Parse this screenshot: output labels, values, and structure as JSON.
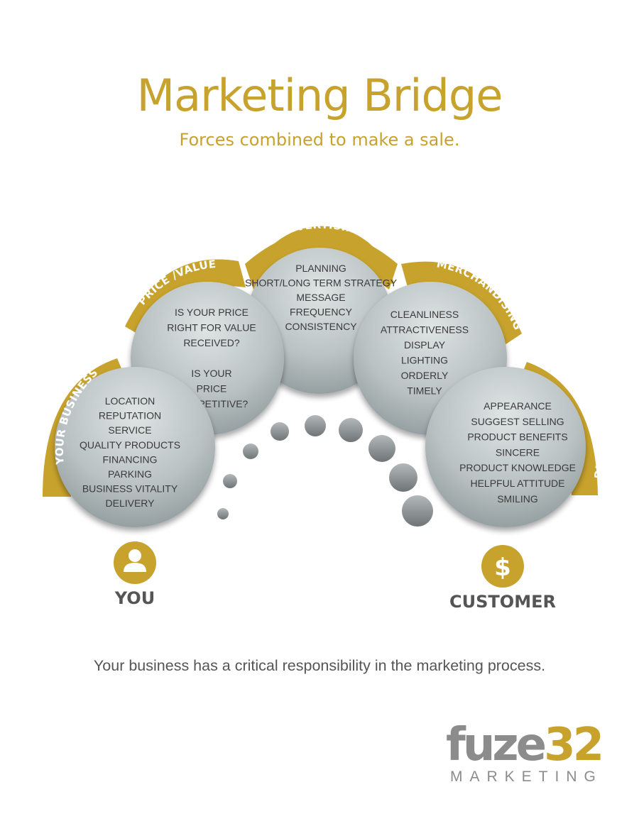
{
  "title": "Marketing Bridge",
  "subtitle": "Forces combined to make a sale.",
  "sections": [
    {
      "label": "YOUR BUSINESS",
      "items": [
        "LOCATION",
        "REPUTATION",
        "SERVICE",
        "QUALITY PRODUCTS",
        "FINANCING",
        "PARKING",
        "BUSINESS VITALITY",
        "DELIVERY"
      ]
    },
    {
      "label": "PRICE /VALUE",
      "items": [
        "IS YOUR PRICE",
        "RIGHT FOR VALUE",
        "RECEIVED?",
        "",
        "IS YOUR",
        "PRICE",
        "COMPETITIVE?"
      ]
    },
    {
      "label": "ADVERTISING",
      "items": [
        "PLANNING",
        "SHORT/LONG TERM STRATEGY",
        "MESSAGE",
        "FREQUENCY",
        "CONSISTENCY"
      ]
    },
    {
      "label": "MERCHANDISING",
      "items": [
        "CLEANLINESS",
        "ATTRACTIVENESS",
        "DISPLAY",
        "LIGHTING",
        "ORDERLY",
        "TIMELY"
      ]
    },
    {
      "label": "PERSONAL SELLING",
      "items": [
        "APPEARANCE",
        "SUGGEST SELLING",
        "PRODUCT BENEFITS",
        "SINCERE",
        "PRODUCT KNOWLEDGE",
        "HELPFUL ATTITUDE",
        "SMILING"
      ]
    }
  ],
  "endpoints": {
    "left": "YOU",
    "right": "CUSTOMER",
    "right_symbol": "$"
  },
  "tagline": "Your business has a critical responsibility in the marketing process.",
  "logo": {
    "main_grey": "fuze",
    "main_gold": "32",
    "sub": "MARKETING"
  },
  "colors": {
    "gold": "#c7a22c",
    "circle": "#b9c1c2",
    "grey_text": "#555555"
  },
  "icons": {
    "you": "person-icon",
    "customer": "dollar-icon"
  }
}
